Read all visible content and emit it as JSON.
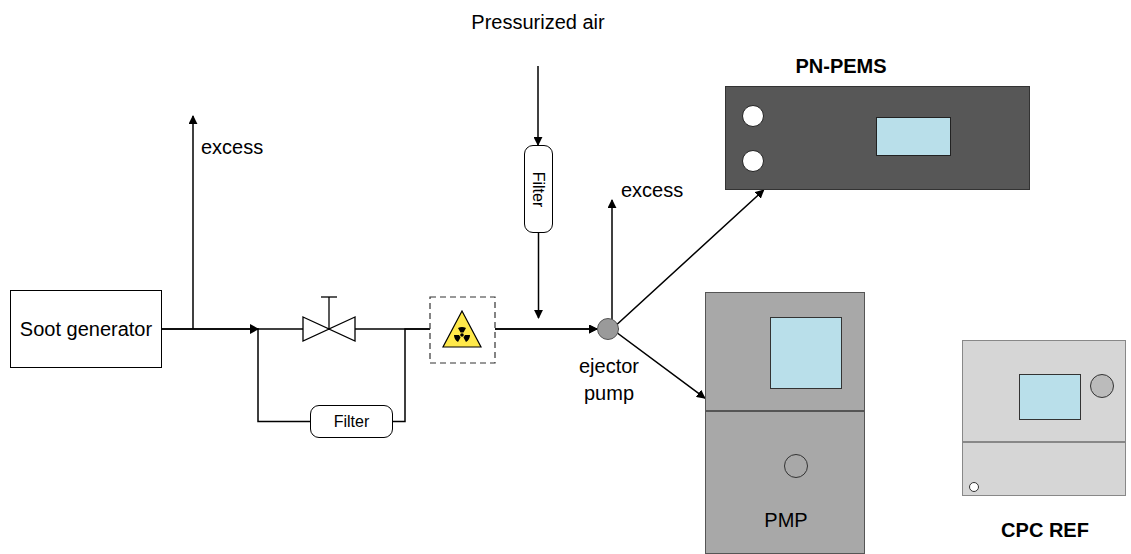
{
  "diagram": {
    "nodes": [
      {
        "text": [
          "Soot generator"
        ]
      },
      {
        "text": [
          "Filter"
        ]
      },
      {
        "text": [
          "Filter"
        ]
      },
      {
        "text": [
          "ejector pump"
        ]
      },
      {
        "text": [
          "PN-PEMS"
        ]
      },
      {
        "text": [
          "PMP"
        ]
      },
      {
        "text": [
          "CPC REF"
        ]
      }
    ],
    "edges": [
      {
        "from": 0,
        "to": 3,
        "arrow": "to"
      },
      {
        "from": 0,
        "to": 1,
        "arrow": "none"
      },
      {
        "from": 1,
        "to": 3,
        "arrow": "to"
      },
      {
        "from": 2,
        "to": 3,
        "arrow": "to"
      },
      {
        "from": 3,
        "to": 4,
        "arrow": "to"
      },
      {
        "from": 3,
        "to": 5,
        "arrow": "to"
      }
    ],
    "labels": [
      "excess",
      "Pressurized air",
      "excess"
    ]
  }
}
